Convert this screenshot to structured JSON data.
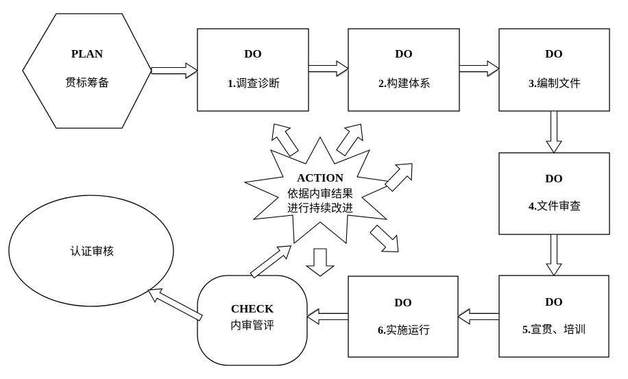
{
  "colors": {
    "background": "#ffffff",
    "shape_fill": "#ffffff",
    "stroke": "#000000",
    "text": "#000000"
  },
  "nodes": {
    "plan": {
      "title": "PLAN",
      "label": "贯标筹备"
    },
    "step1": {
      "title": "DO",
      "no": "1.",
      "label": "调查诊断"
    },
    "step2": {
      "title": "DO",
      "no": "2.",
      "label": "构建体系"
    },
    "step3": {
      "title": "DO",
      "no": "3.",
      "label": "编制文件"
    },
    "step4": {
      "title": "DO",
      "no": "4.",
      "label": "文件审查"
    },
    "step5": {
      "title": "DO",
      "no": "5.",
      "label": "宣贯、培训"
    },
    "step6": {
      "title": "DO",
      "no": "6.",
      "label": "实施运行"
    },
    "check": {
      "title": "CHECK",
      "label": "内审管评"
    },
    "action": {
      "title": "ACTION",
      "line1": "依据内审结果",
      "line2": "进行持续改进"
    },
    "audit": {
      "label": "认证审核"
    }
  }
}
